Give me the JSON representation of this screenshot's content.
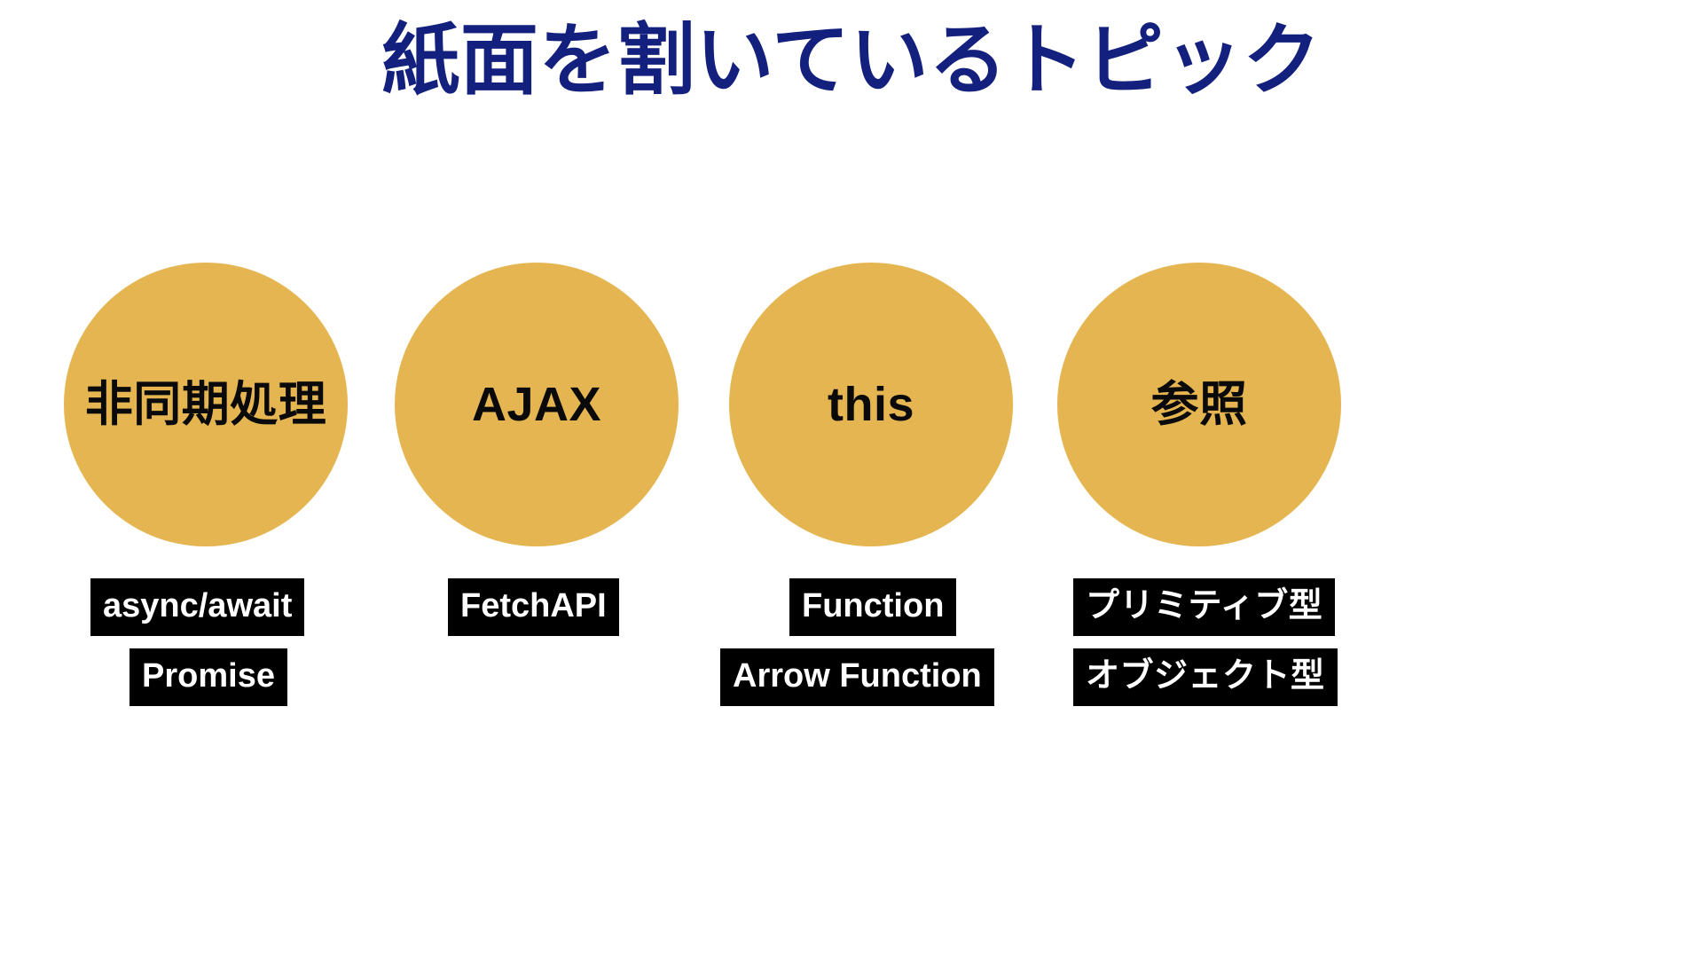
{
  "slide": {
    "title": "紙面を割いているトピック",
    "background_color": "#ffffff",
    "title_color": "#14207d",
    "circle_color": "#e5b551",
    "tag_background_color": "#000000",
    "tag_text_color": "#ffffff",
    "circle_text_color": "#0a0a0a"
  },
  "topics": [
    {
      "circle_label": "非同期処理",
      "tags": [
        {
          "text": "async/await"
        },
        {
          "text": "Promise"
        }
      ]
    },
    {
      "circle_label": "AJAX",
      "tags": [
        {
          "text": "FetchAPI"
        }
      ]
    },
    {
      "circle_label": "this",
      "tags": [
        {
          "text": "Function"
        },
        {
          "text": "Arrow Function"
        }
      ]
    },
    {
      "circle_label": "参照",
      "tags": [
        {
          "text": "プリミティブ型"
        },
        {
          "text": "オブジェクト型"
        }
      ]
    }
  ]
}
